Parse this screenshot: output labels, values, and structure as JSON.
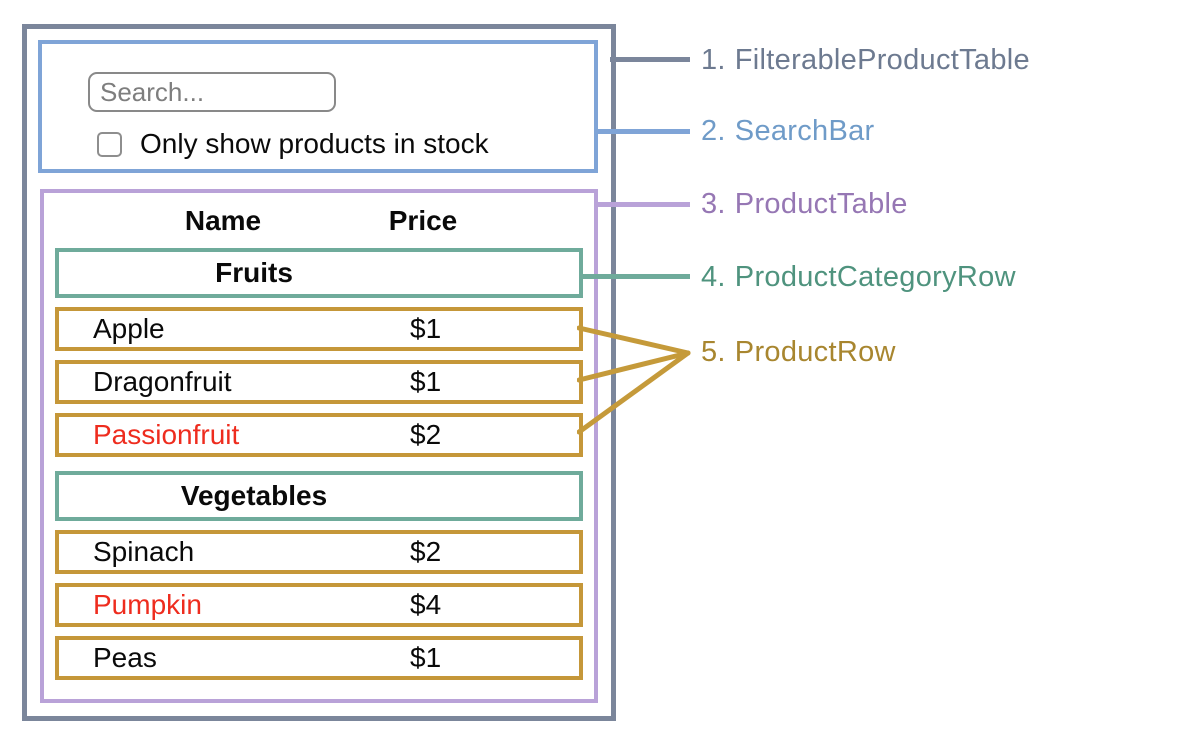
{
  "component_labels": [
    {
      "number": "1.",
      "name": "FilterableProductTable",
      "color": "#6d7a90"
    },
    {
      "number": "2.",
      "name": "SearchBar",
      "color": "#6f9bc8"
    },
    {
      "number": "3.",
      "name": "ProductTable",
      "color": "#9677b4"
    },
    {
      "number": "4.",
      "name": "ProductCategoryRow",
      "color": "#4f937e"
    },
    {
      "number": "5.",
      "name": "ProductRow",
      "color": "#a8862f"
    }
  ],
  "search_bar": {
    "placeholder": "Search...",
    "checkbox_label": "Only show products in stock",
    "checkbox_checked": false
  },
  "product_table": {
    "header_name": "Name",
    "header_price": "Price",
    "sections": [
      {
        "category": "Fruits",
        "rows": [
          {
            "name": "Apple",
            "price": "$1",
            "highlighted": false
          },
          {
            "name": "Dragonfruit",
            "price": "$1",
            "highlighted": false
          },
          {
            "name": "Passionfruit",
            "price": "$2",
            "highlighted": true
          }
        ]
      },
      {
        "category": "Vegetables",
        "rows": [
          {
            "name": "Spinach",
            "price": "$2",
            "highlighted": false
          },
          {
            "name": "Pumpkin",
            "price": "$4",
            "highlighted": true
          },
          {
            "name": "Peas",
            "price": "$1",
            "highlighted": false
          }
        ]
      }
    ]
  },
  "colors": {
    "outer_border": "#7b869b",
    "searchbar_border": "#7fa4d7",
    "table_border": "#b9a2d8",
    "category_border": "#6fab9b",
    "row_border": "#c59739",
    "connector_gold": "#c59a3a",
    "red_text": "#ee2c1e"
  }
}
